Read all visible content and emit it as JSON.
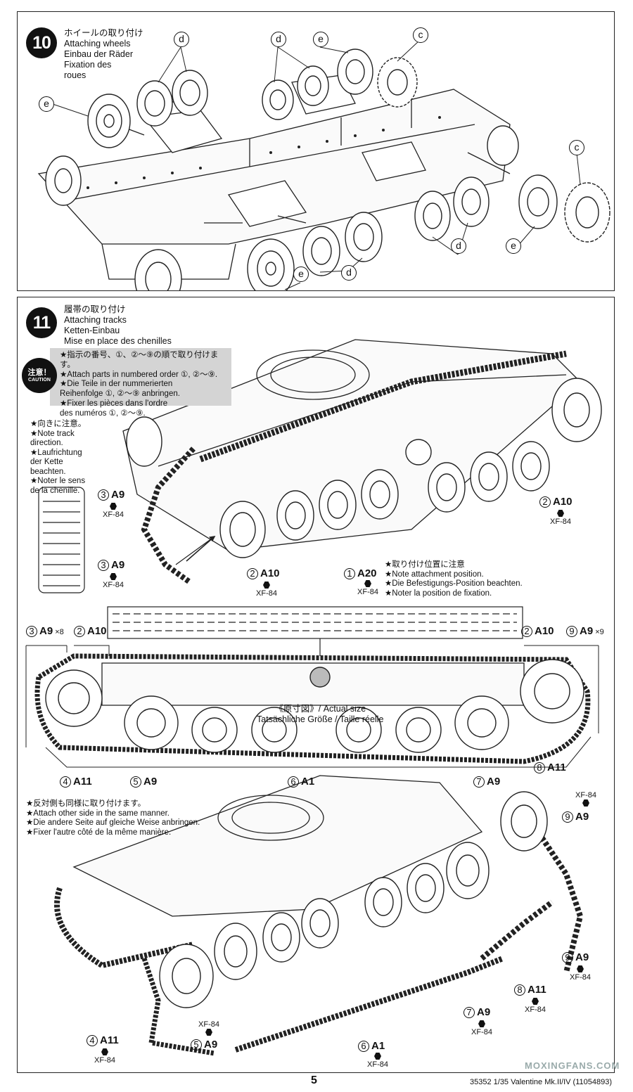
{
  "step10": {
    "number": "10",
    "title_lines": [
      "ホイールの取り付け",
      "Attaching wheels",
      "Einbau der Räder",
      "Fixation des",
      "roues"
    ],
    "parts": {
      "d": "d",
      "e": "e",
      "c": "c"
    }
  },
  "step11": {
    "number": "11",
    "title_lines": [
      "履帯の取り付け",
      "Attaching tracks",
      "Ketten-Einbau",
      "Mise en place des chenilles"
    ],
    "caution": {
      "badge_jp": "注意！",
      "badge_en": "CAUTION",
      "lines": [
        "★指示の番号、①、②〜⑨の順で取り付けます。",
        "★Attach parts in numbered order ①, ②〜⑨.",
        "★Die Teile in der nummerierten",
        "Reihenfolge ①, ②〜⑨ anbringen.",
        "★Fixer les pièces dans l'ordre",
        "des numéros ①, ②〜⑨."
      ]
    },
    "direction_note": [
      "★向きに注意。",
      "★Note track",
      "direction.",
      "★Laufrichtung",
      "der Kette",
      "beachten.",
      "★Noter le sens",
      "de la chenille."
    ],
    "position_note": [
      "★取り付け位置に注意",
      "★Note attachment position.",
      "★Die Befestigungs-Position beachten.",
      "★Noter la position de fixation."
    ],
    "actual_size": [
      "《原寸図》/ Actual size",
      "Tatsächliche Größe / Taille réelle"
    ],
    "other_side_note": [
      "★反対側も同様に取り付けます。",
      "★Attach other side in the same manner.",
      "★Die andere Seite auf gleiche Weise anbringen.",
      "★Fixer l'autre côté de la même manière."
    ],
    "paint": "XF-84",
    "labels": {
      "l3a9": {
        "num": "3",
        "part": "A9"
      },
      "l3a9b": {
        "num": "3",
        "part": "A9"
      },
      "l2a10a": {
        "num": "2",
        "part": "A10"
      },
      "l2a10b": {
        "num": "2",
        "part": "A10"
      },
      "l1a20": {
        "num": "1",
        "part": "A20"
      },
      "d3a9": {
        "num": "3",
        "part": "A9",
        "mult": "×8"
      },
      "d2a10": {
        "num": "2",
        "part": "A10"
      },
      "d2a10r": {
        "num": "2",
        "part": "A10"
      },
      "d9a9": {
        "num": "9",
        "part": "A9",
        "mult": "×9"
      },
      "d4a11": {
        "num": "4",
        "part": "A11"
      },
      "d5a9": {
        "num": "5",
        "part": "A9"
      },
      "d6a1": {
        "num": "6",
        "part": "A1"
      },
      "d7a9": {
        "num": "7",
        "part": "A9"
      },
      "d8a11": {
        "num": "8",
        "part": "A11"
      },
      "b9a9": {
        "num": "9",
        "part": "A9"
      },
      "b9a9b": {
        "num": "9",
        "part": "A9"
      },
      "b8a11": {
        "num": "8",
        "part": "A11"
      },
      "b7a9": {
        "num": "7",
        "part": "A9"
      },
      "b6a1": {
        "num": "6",
        "part": "A1"
      },
      "b5a9": {
        "num": "5",
        "part": "A9"
      },
      "b4a11": {
        "num": "4",
        "part": "A11"
      }
    }
  },
  "footer": {
    "page": "5",
    "ref": "35352  1/35 Valentine Mk.II/IV (11054893)",
    "watermark": "MOXINGFANS.COM"
  }
}
